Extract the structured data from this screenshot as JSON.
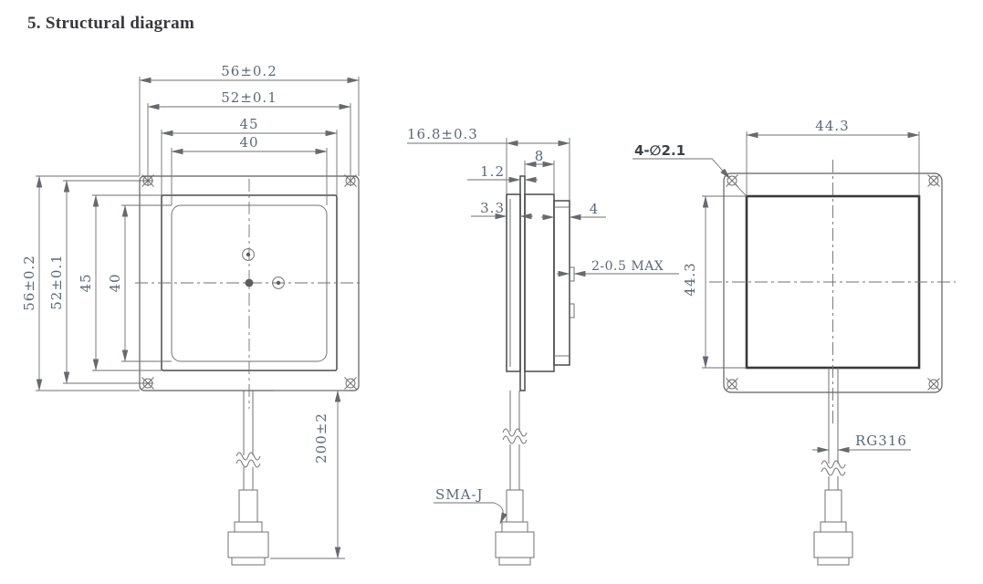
{
  "title": "5. Structural diagram",
  "front_view": {
    "top_dims": [
      "56±0.2",
      "52±0.1",
      "45",
      "40"
    ],
    "side_dims": [
      "56±0.2",
      "52±0.1",
      "45",
      "40"
    ],
    "cable_length_dim": "200±2"
  },
  "side_view": {
    "total_depth_dim": "16.8±0.3",
    "flange_thickness_dim": "1.2",
    "body_depth_dim": "8",
    "front_protrusion_dim": "3.3",
    "rear_block_depth_dim": "4",
    "rear_posts_dim": "2-0.5 MAX",
    "connector_label": "SMA-J"
  },
  "back_view": {
    "plate_width_dim": "44.3",
    "plate_height_dim": "44.3",
    "mounting_holes_label": "4-∅2.1",
    "cable_type_label": "RG316"
  },
  "colors": {
    "background": "#ffffff",
    "line": "#707070",
    "dark_line": "#3a3a3a",
    "dimension_text": "#5a6878"
  }
}
